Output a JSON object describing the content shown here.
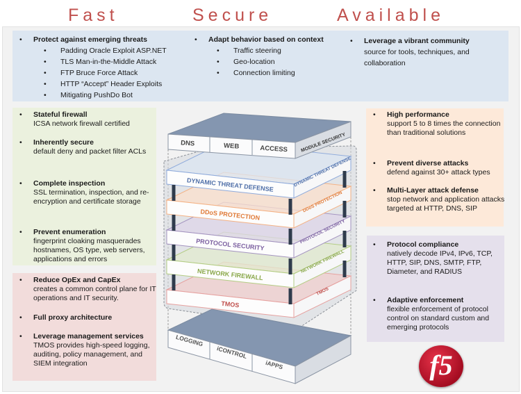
{
  "headers": {
    "fast": "Fast",
    "secure": "Secure",
    "available": "Available"
  },
  "top_panel": {
    "col1": {
      "title": "Protect against emerging threats",
      "subs": [
        "Padding Oracle Exploit ASP.NET",
        "TLS Man-in-the-Middle Attack",
        "FTP Bruce Force Attack",
        "HTTP “Accept” Header Exploits",
        "Mitigating PushDo Bot"
      ]
    },
    "col2": {
      "title": "Adapt behavior based on context",
      "subs": [
        "Traffic steering",
        "Geo-location",
        "Connection limiting"
      ]
    },
    "col3": {
      "title": "Leverage a vibrant community",
      "desc": "source for tools, techniques, and collaboration"
    }
  },
  "left_green": [
    {
      "title": "Stateful firewall",
      "desc": "ICSA  network firewall certified"
    },
    {
      "title": "Inherently secure",
      "desc": "default deny and packet filter ACLs"
    },
    {
      "title": "Complete inspection",
      "desc": "SSL termination, inspection, and re-encryption and certificate storage"
    },
    {
      "title": "Prevent enumeration",
      "desc": "fingerprint cloaking masquerades hostnames, OS type, web servers, applications and errors"
    }
  ],
  "left_pink": [
    {
      "title": "Reduce OpEx and CapEx",
      "desc": "creates a common control plane for IT operations and IT security."
    },
    {
      "title": "Full proxy architecture",
      "desc": ""
    },
    {
      "title": "Leverage management services",
      "desc": "TMOS provides high-speed logging, auditing, policy management, and SIEM integration"
    }
  ],
  "right_orange": [
    {
      "title": "High performance",
      "desc": "support 5 to 8 times the connection than traditional solutions"
    },
    {
      "title": "Prevent  diverse attacks",
      "desc": "defend against 30+ attack types"
    },
    {
      "title": "Multi-Layer attack defense",
      "desc": "stop network and application attacks targeted at HTTP, DNS, SIP"
    }
  ],
  "right_purple": [
    {
      "title": "Protocol compliance",
      "desc": "natively decode IPv4, IPv6, TCP, HTTP, SIP, DNS, SMTP, FTP, Diameter, and RADIUS"
    },
    {
      "title": "Adaptive enforcement",
      "desc": "flexible enforcement of protocol control on standard custom and emerging protocols"
    }
  ],
  "stack": {
    "modules": {
      "cells": [
        "DNS",
        "WEB",
        "ACCESS"
      ],
      "side": "MODULE SECURITY"
    },
    "layers": [
      {
        "label": "DYNAMIC THREAT DEFENSE",
        "color": "#4f6fa8",
        "stroke": "#8eaadb",
        "fill": "#dbe5f1"
      },
      {
        "label": "DDoS PROTECTION",
        "color": "#e07b39",
        "stroke": "#f4b183",
        "fill": "#fbe0cc"
      },
      {
        "label": "PROTOCOL SECURITY",
        "color": "#7b5fa0",
        "stroke": "#a393bf",
        "fill": "#ddd5e8"
      },
      {
        "label": "NETWORK FIREWALL",
        "color": "#8aa84a",
        "stroke": "#b3cc82",
        "fill": "#e2ebcf"
      },
      {
        "label": "TMOS",
        "color": "#c0504d",
        "stroke": "#e6a09e",
        "fill": "#f0cfce"
      }
    ],
    "base": {
      "cells": [
        "LOGGING",
        "iCONTROL",
        "iAPPS"
      ]
    }
  },
  "logo": {
    "text": "f5",
    "color": "#c8102e"
  },
  "bullet": "•"
}
